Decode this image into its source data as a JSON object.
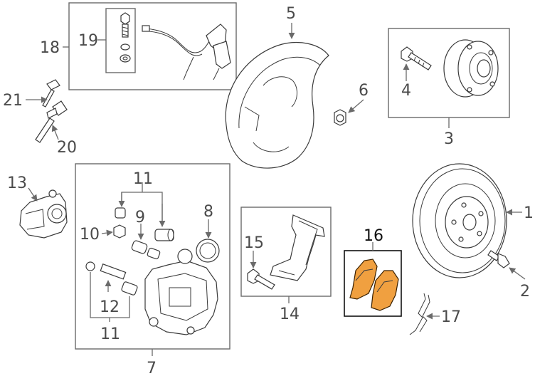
{
  "diagram": {
    "highlight_color": "#f0a040",
    "line_color": "#6a6a6a",
    "callouts": {
      "c1": "1",
      "c2": "2",
      "c3": "3",
      "c4": "4",
      "c5": "5",
      "c6": "6",
      "c7": "7",
      "c8": "8",
      "c9": "9",
      "c10": "10",
      "c11_top": "11",
      "c11_bottom": "11",
      "c12": "12",
      "c13": "13",
      "c14": "14",
      "c15": "15",
      "c16": "16",
      "c17": "17",
      "c18": "18",
      "c19": "19",
      "c20": "20",
      "c21": "21"
    }
  }
}
